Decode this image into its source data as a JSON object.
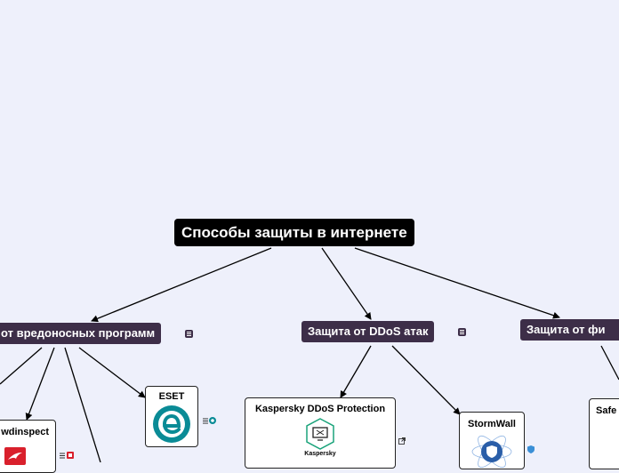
{
  "root": {
    "label": "Способы защиты в интернете"
  },
  "branches": [
    {
      "label": "от вредоносных программ"
    },
    {
      "label": "Защита от DDoS атак"
    },
    {
      "label": "Защита от фи"
    }
  ],
  "cards": {
    "eset": {
      "title": "ESET"
    },
    "crowdinspect": {
      "title": "wdinspect"
    },
    "kaspersky": {
      "title": "Kaspersky DDoS Protection",
      "brand": "Kaspersky"
    },
    "stormwall": {
      "title": "StormWall"
    },
    "safe": {
      "title": "Safe"
    }
  },
  "colors": {
    "background": "#eef0fb",
    "root_fill": "#000000",
    "branch_fill": "#3d2e48",
    "eset_teal": "#0a8b96",
    "crowdinspect_red": "#d9202c",
    "stormwall_blue": "#2a5ea8"
  }
}
